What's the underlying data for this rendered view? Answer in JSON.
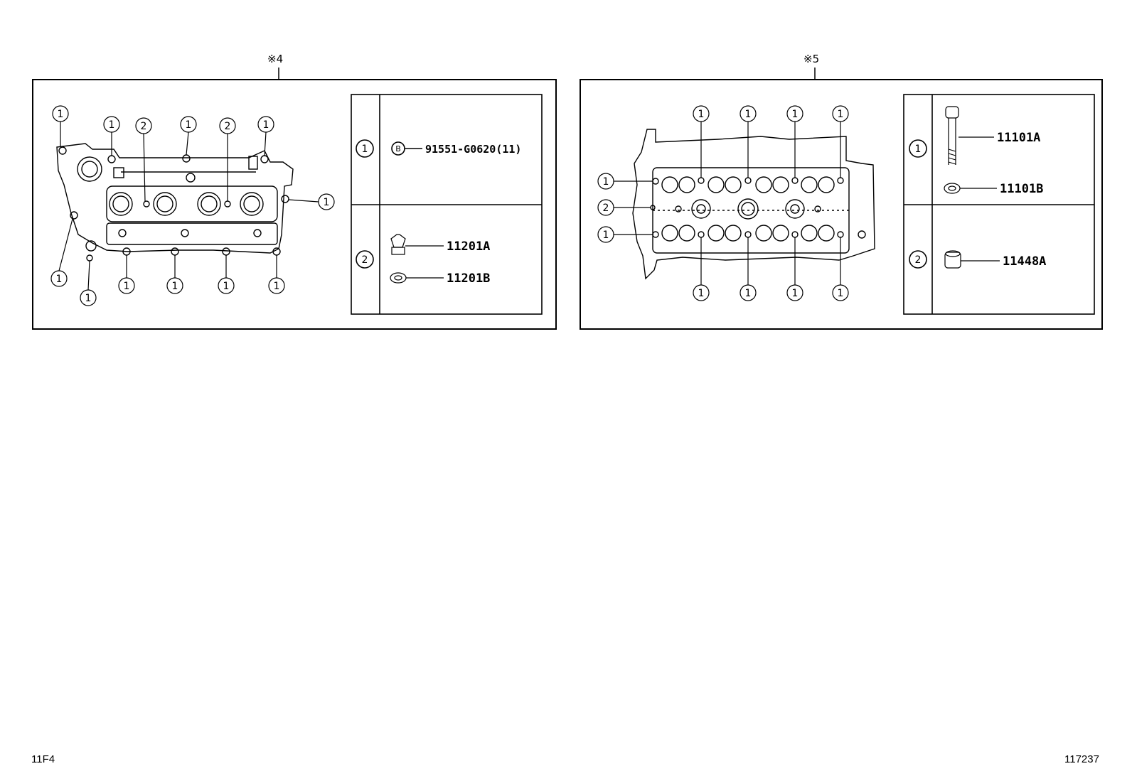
{
  "panels": [
    {
      "ref": "※4",
      "key": [
        {
          "num": "1",
          "marker": "B",
          "parts": [
            "91551-G0620(11)"
          ]
        },
        {
          "num": "2",
          "parts": [
            "11201A",
            "11201B"
          ]
        }
      ]
    },
    {
      "ref": "※5",
      "key": [
        {
          "num": "1",
          "parts": [
            "11101A",
            "11101B"
          ]
        },
        {
          "num": "2",
          "parts": [
            "11448A"
          ]
        }
      ]
    }
  ],
  "footer": {
    "left": "11F4",
    "right": "117237"
  }
}
